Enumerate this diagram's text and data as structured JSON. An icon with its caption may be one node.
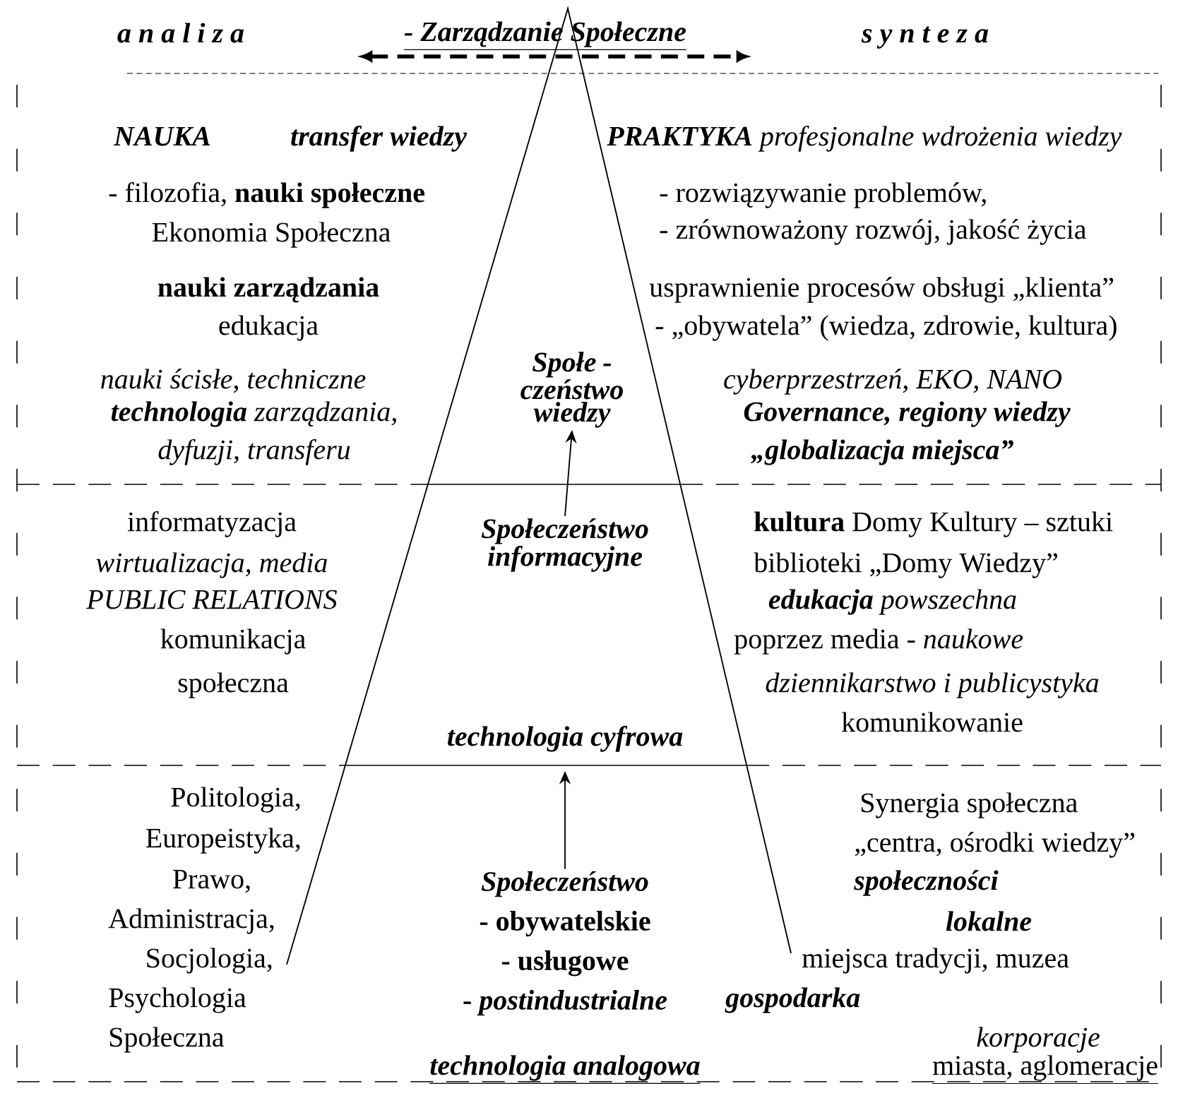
{
  "diagram": {
    "nodes": [
      {
        "text": [
          "Społe - czeństwo wiedzy"
        ]
      },
      {
        "text": [
          "Społeczeństwo informacyjne"
        ]
      },
      {
        "text": [
          "Społeczeństwo",
          "- obywatelskie",
          "- usługowe",
          "- *postindustrialne*"
        ]
      }
    ],
    "edges": [
      {
        "from": 1,
        "to": 0,
        "arrow": "to"
      },
      {
        "from": 2,
        "to": null,
        "arrow": "to"
      }
    ],
    "labels": [
      "a n a l i z a",
      "- Zarządzanie Społeczne",
      "s y n t e z a",
      "NAUKA",
      "transfer wiedzy",
      "**PRAKTYKA** profesjonalne wdrożenia wiedzy",
      "- filozofia, **nauki społeczne**",
      "- rozwiązywanie problemów,",
      "Ekonomia Społeczna",
      "- zrównoważony rozwój, jakość życia",
      "nauki zarządzania",
      "usprawnienie procesów obsługi „klienta”",
      "edukacja",
      "- „obywatela” (wiedza, zdrowie, kultura)",
      "nauki ścisłe, techniczne",
      "cyberprzestrzeń, EKO, NANO",
      "**technologia** zarządzania,",
      "Governance, regiony wiedzy",
      "dyfuzji, transferu",
      "„globalizacja miejsca”",
      "informatyzacja",
      "**kultura** Domy Kultury – sztuki",
      "wirtualizacja, media",
      "biblioteki „Domy Wiedzy”",
      "PUBLIC RELATIONS",
      "**edukacja** powszechna",
      "komunikacja",
      "poprzez media - *naukowe*",
      "społeczna",
      "dziennikarstwo i publicystyka",
      "komunikowanie",
      "technologia cyfrowa",
      "Politologia,",
      "Synergia społeczna",
      "Europeistyka,",
      "„centra, ośrodki wiedzy”",
      "Prawo,",
      "społeczności",
      "Administracja,",
      "lokalne",
      "Socjologia,",
      "miejsca tradycji, muzea",
      "Psychologia",
      "gospodarka",
      "Społeczna",
      "korporacje",
      "technologia analogowa",
      "miasta, aglomeracje"
    ]
  }
}
